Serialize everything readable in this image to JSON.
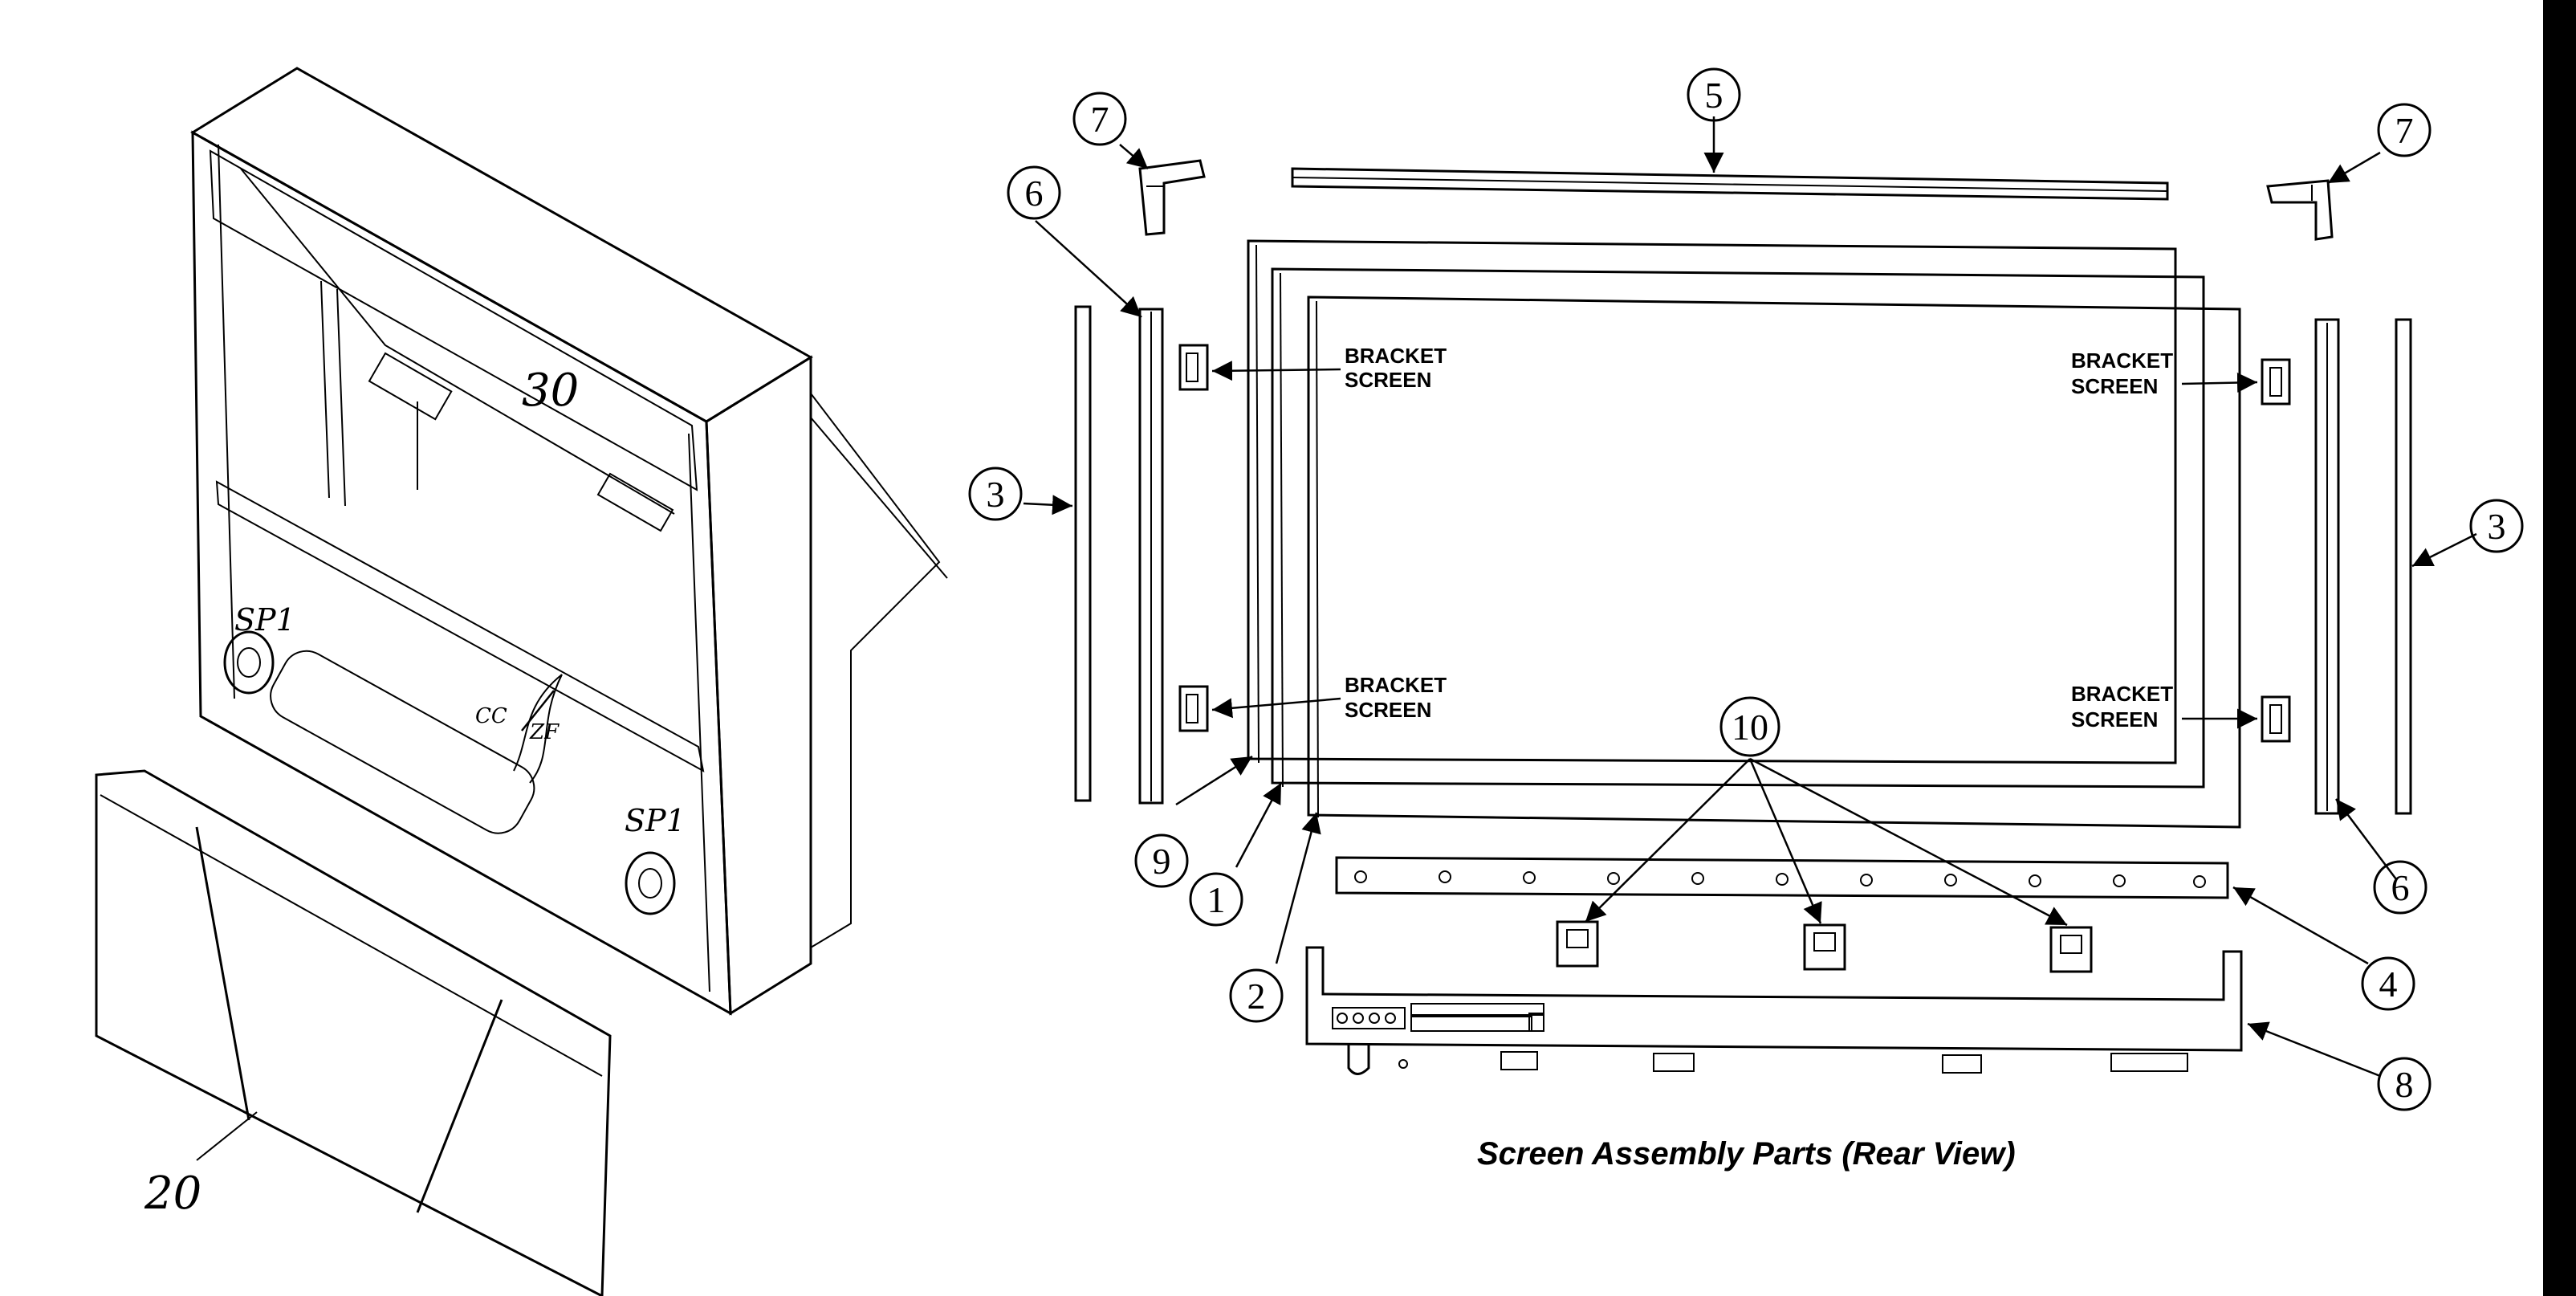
{
  "caption": "Screen Assembly Parts (Rear View)",
  "bracket_labels": [
    {
      "line1": "BRACKET",
      "line2": "SCREEN"
    },
    {
      "line1": "BRACKET",
      "line2": "SCREEN"
    },
    {
      "line1": "BRACKET",
      "line2": "SCREEN"
    },
    {
      "line1": "BRACKET",
      "line2": "SCREEN"
    }
  ],
  "callouts": [
    "1",
    "2",
    "3",
    "3",
    "4",
    "5",
    "6",
    "6",
    "7",
    "7",
    "8",
    "9",
    "10"
  ],
  "cabinet_labels": [
    "30",
    "SP1",
    "SP1",
    "CC",
    "ZF",
    "20"
  ]
}
